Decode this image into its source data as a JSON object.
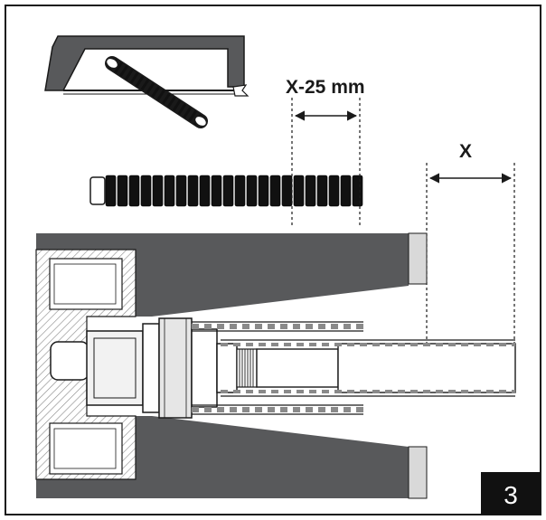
{
  "labels": {
    "cut_length": "X-25 mm",
    "insert_depth": "X"
  },
  "step": {
    "number": "3"
  },
  "colors": {
    "wall": "#58595b",
    "border": "#1a1a1a",
    "step_bg": "#111111",
    "metal_light": "#f2f2f2"
  }
}
